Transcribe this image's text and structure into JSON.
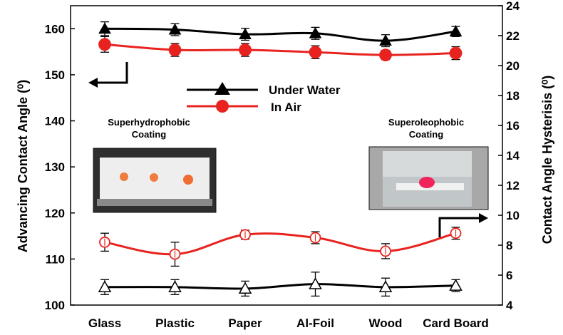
{
  "chart_data": {
    "type": "line",
    "categories": [
      "Glass",
      "Plastic",
      "Paper",
      "Al-Foil",
      "Wood",
      "Card Board"
    ],
    "ylabel_left": "Advancing Contact Angle (⁰)",
    "ylabel_right": "Contact Angle Hysterisis (⁰)",
    "ylim_left": [
      100,
      165
    ],
    "yticks_left": [
      100,
      110,
      120,
      130,
      140,
      150,
      160
    ],
    "ylim_right": [
      4,
      24
    ],
    "yticks_right": [
      4,
      6,
      8,
      10,
      12,
      14,
      16,
      18,
      20,
      22,
      24
    ],
    "series": [
      {
        "name": "Under Water",
        "axis": "left",
        "marker": "triangle-filled",
        "color": "#000000",
        "values": [
          160.0,
          159.8,
          158.8,
          159.0,
          157.4,
          159.4
        ],
        "errors": [
          1.5,
          1.3,
          1.3,
          1.3,
          1.3,
          1.1
        ]
      },
      {
        "name": "In Air",
        "axis": "left",
        "marker": "circle-filled",
        "color": "#e8231f",
        "values": [
          156.6,
          155.4,
          155.4,
          154.9,
          154.3,
          154.7
        ],
        "errors": [
          1.7,
          1.4,
          1.4,
          1.4,
          1.0,
          1.4
        ]
      },
      {
        "name": "",
        "axis": "right",
        "marker": "circle-open",
        "color": "#e8231f",
        "values": [
          8.2,
          7.4,
          8.7,
          8.5,
          7.6,
          8.8
        ],
        "errors": [
          0.6,
          0.8,
          0.3,
          0.4,
          0.5,
          0.4
        ]
      },
      {
        "name": "",
        "axis": "right",
        "marker": "triangle-open",
        "color": "#000000",
        "values": [
          5.2,
          5.2,
          5.1,
          5.4,
          5.2,
          5.3
        ],
        "errors": [
          0.5,
          0.5,
          0.5,
          0.8,
          0.6,
          0.4
        ]
      }
    ],
    "annotations": {
      "inset_left_label": [
        "Superhydrophobic",
        "Coating"
      ],
      "inset_right_label": [
        "Superoleophobic",
        "Coating"
      ]
    }
  }
}
